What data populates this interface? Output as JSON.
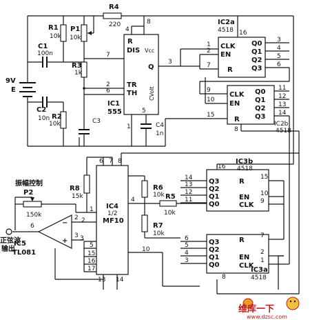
{
  "r4": {
    "name": "R4",
    "value": "220"
  },
  "r1": {
    "name": "R1",
    "value": "10k"
  },
  "p1": {
    "name": "P1",
    "value": "10k"
  },
  "r3": {
    "name": "R3",
    "value": "1k"
  },
  "c1": {
    "name": "C1",
    "value": "100n"
  },
  "battery": {
    "voltage": "9V",
    "name": "E"
  },
  "c2": {
    "name": "C2",
    "value": "10n"
  },
  "r2": {
    "name": "R2",
    "value": "10k"
  },
  "c3": {
    "name": "C3"
  },
  "c4": {
    "name": "C4",
    "value": "1n"
  },
  "ic1": {
    "name": "IC1",
    "part": "555",
    "pin_r": "R",
    "pin_dis": "DIS",
    "pin_vcc": "Vcc",
    "pin_q": "Q",
    "pin_tr": "TR",
    "pin_th": "TH",
    "pin_cvolt": "CVolt",
    "pn_4": "4",
    "pn_8": "8",
    "pn_7": "7",
    "pn_3": "3",
    "pn_2": "2",
    "pn_6": "6",
    "pn_5": "5",
    "pn_1": "1"
  },
  "ic2a": {
    "name": "IC2a",
    "part": "4518",
    "pin_clk": "CLK",
    "pin_en": "EN",
    "pin_r": "R",
    "outs": [
      "Q0",
      "Q1",
      "Q2",
      "Q3"
    ],
    "out_pins": [
      "3",
      "4",
      "5",
      "6"
    ],
    "in_pins": [
      "1",
      "2",
      "7"
    ],
    "top_pin": "16"
  },
  "ic2b": {
    "name": "IC2b",
    "part": "4518",
    "pin_clk": "CLK",
    "pin_en": "EN",
    "pin_r": "R",
    "outs": [
      "Q0",
      "Q1",
      "Q2",
      "Q3"
    ],
    "out_pins": [
      "11",
      "12",
      "13",
      "14"
    ],
    "in_pins": [
      "9",
      "10",
      "15"
    ],
    "bot_pin": "8"
  },
  "ic4": {
    "name": "IC4",
    "fraction": "1/2",
    "part": "MF10",
    "top_pins": [
      "6",
      "7",
      "8"
    ],
    "left_pins": [
      "1",
      "2",
      "3",
      "5",
      "15",
      "16",
      "17"
    ],
    "right_pins": [
      "4"
    ],
    "bot_pins": [
      "13",
      "14"
    ]
  },
  "r8": {
    "name": "R8",
    "value": "15k"
  },
  "r6": {
    "name": "R6",
    "value": "10k"
  },
  "r5": {
    "name": "R5",
    "value": "10k"
  },
  "r7": {
    "name": "R7",
    "value": "10k"
  },
  "p2": {
    "name": "P2",
    "value": "150k",
    "caption": "振幅控制"
  },
  "ic5": {
    "name": "IC5",
    "part": "TL081",
    "minus": "−",
    "plus": "+",
    "pin_6": "6",
    "pin_2": "2",
    "pin_3": "3"
  },
  "sine_out": {
    "label_top": "正弦波",
    "label_bot": "输出"
  },
  "ic3b": {
    "name": "IC3b",
    "part": "4518",
    "pin_r": "R",
    "pin_en": "EN",
    "pin_clk": "CLK",
    "ins": [
      "Q3",
      "Q2",
      "Q1",
      "Q0"
    ],
    "in_pins": [
      "14",
      "13",
      "12",
      "11"
    ],
    "r_pin": "15",
    "en_pin": "10",
    "clk_pin": "9",
    "top_pin": "16"
  },
  "ic3a": {
    "name": "IC3a",
    "part": "4518",
    "pin_r": "R",
    "pin_en": "EN",
    "pin_clk": "CLK",
    "ins": [
      "Q3",
      "Q2",
      "Q1",
      "Q0"
    ],
    "in_pins": [
      "6",
      "5",
      "4",
      "3"
    ],
    "r_pin": "7",
    "en_pin": "2",
    "clk_pin": "1",
    "bot_pin": "8"
  },
  "misc": {
    "pin_10": "10"
  },
  "watermark": {
    "brand": "维库一下",
    "url": "www.dzsc.com"
  }
}
